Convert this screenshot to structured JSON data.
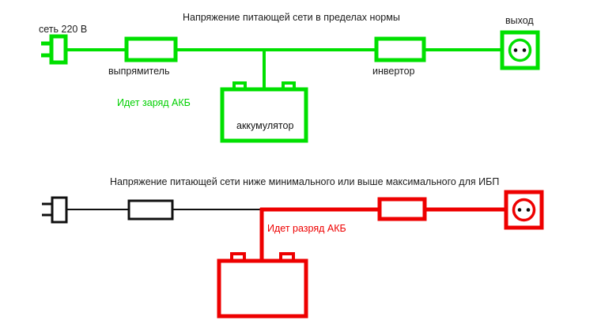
{
  "diagram": {
    "kind": "ups-operation-modes",
    "colors": {
      "normal_mode": "#00e000",
      "fault_mode": "#ee0000",
      "inactive_line": "#101010",
      "text": "#1b1b1b",
      "background": "#ffffff"
    }
  },
  "panels": [
    {
      "id": "normal-mode",
      "title": "Напряжение питающей сети в пределах нормы",
      "accent": "#00e000",
      "status_note": "Идет заряд АКБ",
      "mains_label": "сеть 220 В",
      "output_label": "выход",
      "rectifier_label": "выпрямитель",
      "inverter_label": "инвертор",
      "battery_label": "аккумулятор",
      "icons": {
        "plug": "power-plug-icon",
        "socket": "power-socket-icon",
        "battery": "battery-icon"
      }
    },
    {
      "id": "fault-mode",
      "title": "Напряжение питающей сети ниже минимального или выше максимального для ИБП",
      "accent": "#ee0000",
      "status_note": "Идет разряд АКБ",
      "mains_label": "",
      "output_label": "",
      "rectifier_label": "",
      "inverter_label": "",
      "battery_label": "",
      "icons": {
        "plug": "power-plug-icon",
        "socket": "power-socket-icon",
        "battery": "battery-icon"
      }
    }
  ]
}
